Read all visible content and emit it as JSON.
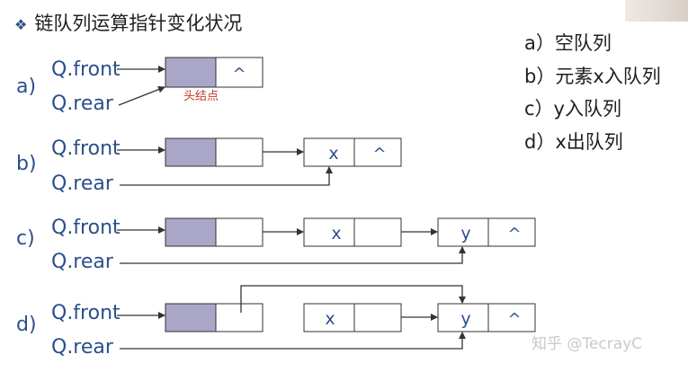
{
  "title": "链队列运算指针变化状况",
  "bullet_icon": "diamond-bullet-icon",
  "legend": [
    "a）空队列",
    "b）元素x入队列",
    "c）y入队列",
    "d）x出队列"
  ],
  "rows": [
    {
      "label": "a)",
      "front": "Q.front",
      "rear": "Q.rear"
    },
    {
      "label": "b)",
      "front": "Q.front",
      "rear": "Q.rear"
    },
    {
      "label": "c)",
      "front": "Q.front",
      "rear": "Q.rear"
    },
    {
      "label": "d)",
      "front": "Q.front",
      "rear": "Q.rear"
    }
  ],
  "head_node_note": "头结点",
  "null_symbol": "^",
  "element_x": "x",
  "element_y": "y",
  "watermark": "知乎 @TecrayC",
  "colors": {
    "node_fill": "#a9a6c7",
    "arrow": "#333333",
    "label": "#2b4f8c",
    "note": "#c0392b"
  }
}
